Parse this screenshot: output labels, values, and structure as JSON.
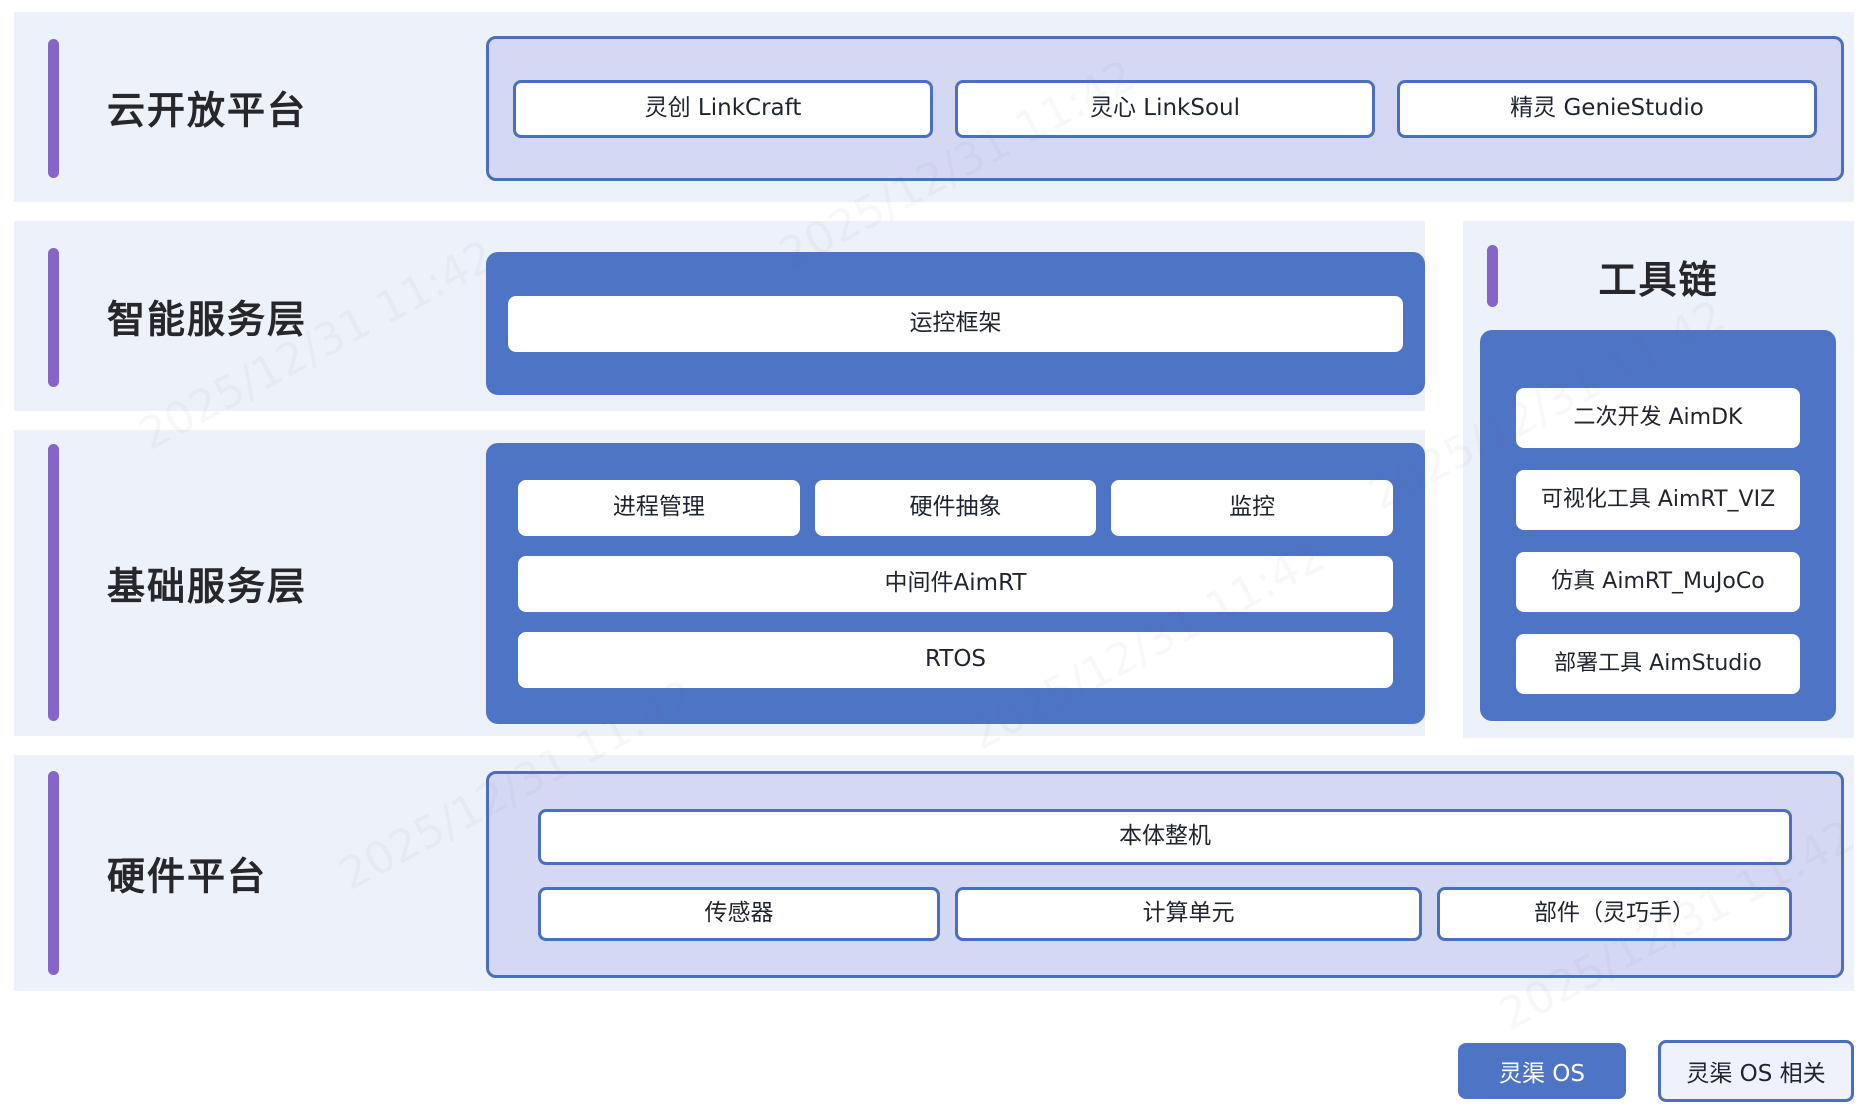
{
  "watermark": "2025/12/31 11:42",
  "colors": {
    "row_background": "#EDF1F9",
    "accent_purple": "#8565C8",
    "container_blue": "#4E74C5",
    "container_lilac": "#D4D8F2",
    "outline_blue": "#4A6FC0",
    "title_text": "#26262B"
  },
  "sections": {
    "cloud": {
      "title": "云开放平台",
      "items": [
        "灵创 LinkCraft",
        "灵心 LinkSoul",
        "精灵 GenieStudio"
      ]
    },
    "intelligent": {
      "title": "智能服务层",
      "items": [
        "运控框架"
      ]
    },
    "basic": {
      "title": "基础服务层",
      "top_row": [
        "进程管理",
        "硬件抽象",
        "监控"
      ],
      "middleware": "中间件AimRT",
      "rtos": "RTOS"
    },
    "hardware": {
      "title": "硬件平台",
      "body": "本体整机",
      "parts": [
        "传感器",
        "计算单元",
        "部件（灵巧手）"
      ]
    },
    "toolchain": {
      "title": "工具链",
      "items": [
        "二次开发 AimDK",
        "可视化工具 AimRT_VIZ",
        "仿真 AimRT_MuJoCo",
        "部署工具 AimStudio"
      ]
    }
  },
  "legend": {
    "os": "灵渠 OS",
    "os_related": "灵渠 OS 相关"
  }
}
